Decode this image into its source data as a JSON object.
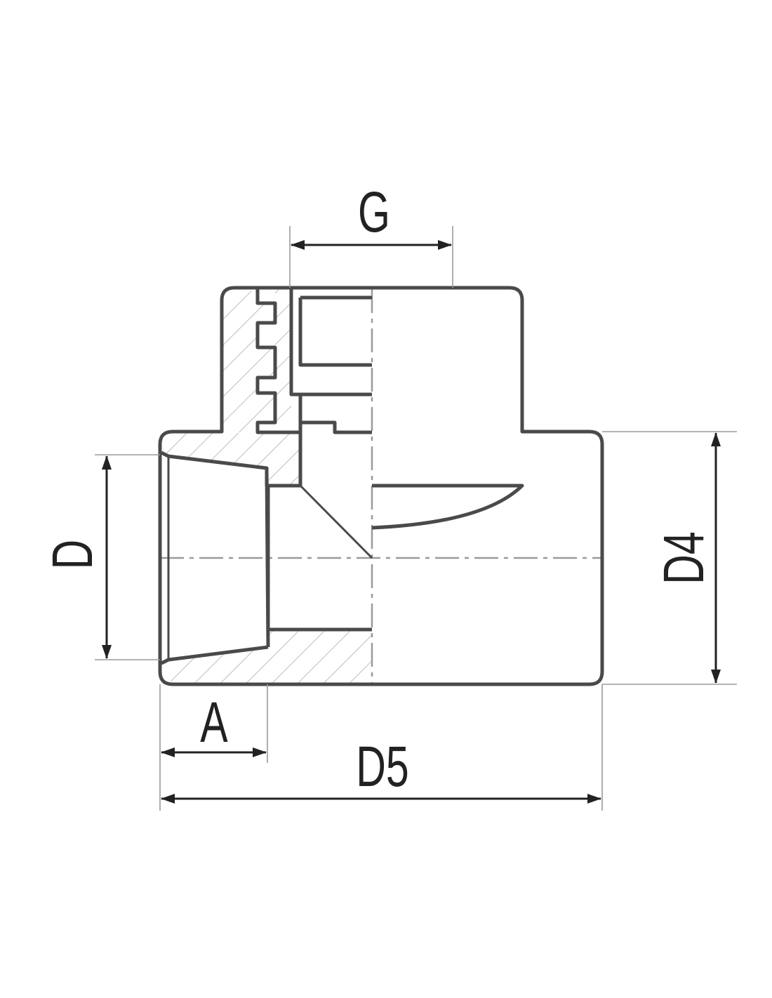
{
  "diagram": {
    "labels": {
      "g": "G",
      "d": "D",
      "d4": "D4",
      "a": "A",
      "d5": "D5"
    },
    "colors": {
      "outline": "#4a4a4a",
      "hatch": "#bdbdbd",
      "dimension": "#222222",
      "centerline": "#9a9a9a"
    }
  }
}
